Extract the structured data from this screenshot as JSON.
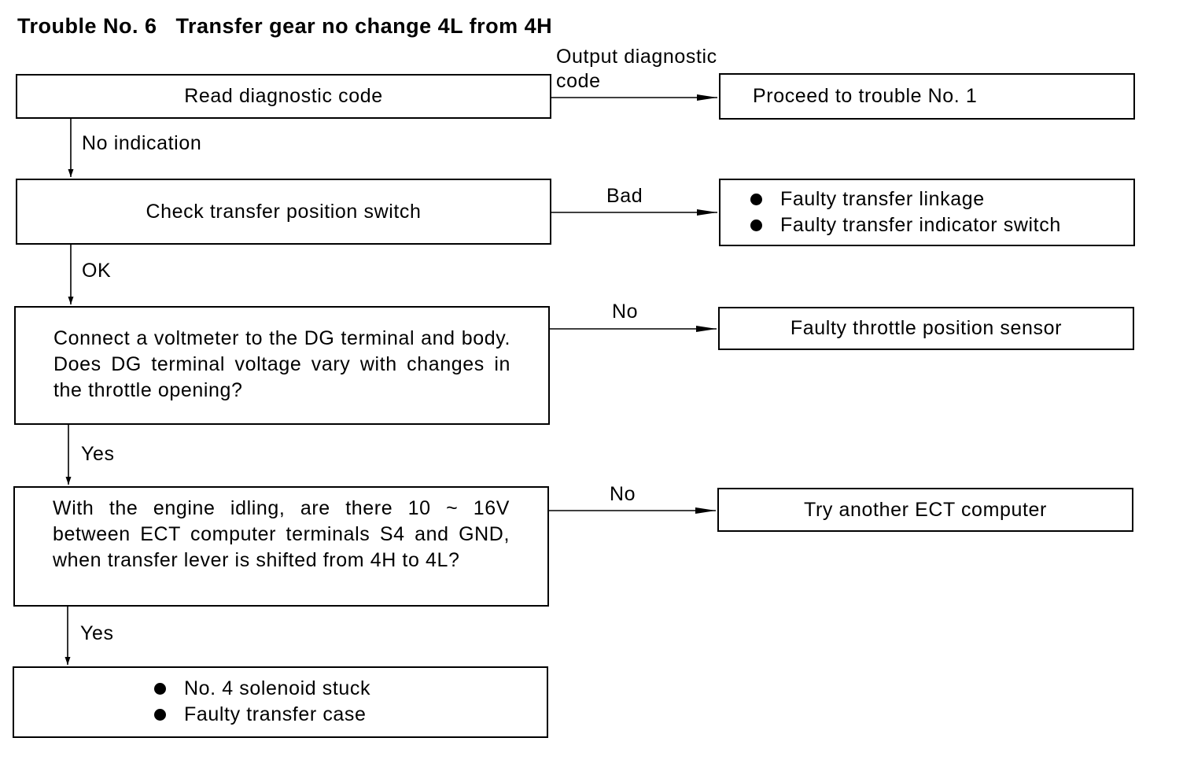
{
  "title": "Trouble No. 6   Transfer gear no change 4L from 4H",
  "steps": {
    "read_code": "Read diagnostic code",
    "check_switch": "Check transfer position switch",
    "voltmeter": "Connect a voltmeter to the DG terminal and body.  Does DG terminal voltage vary with changes in the throttle opening?",
    "idling": "With the engine idling, are there 10 ~ 16V between ECT computer terminals S4 and GND, when transfer lever is shifted from 4H to 4L?",
    "final_items": [
      "No. 4 solenoid stuck",
      "Faulty transfer case"
    ]
  },
  "results": {
    "trouble1": "Proceed to trouble No. 1",
    "linkage_items": [
      "Faulty transfer linkage",
      "Faulty transfer indicator switch"
    ],
    "throttle_sensor": "Faulty throttle position sensor",
    "ect_computer": "Try another ECT computer"
  },
  "labels": {
    "output_code": "Output diagnostic\ncode",
    "no_indication": "No indication",
    "bad": "Bad",
    "ok": "OK",
    "no1": "No",
    "yes1": "Yes",
    "no2": "No",
    "yes2": "Yes"
  }
}
